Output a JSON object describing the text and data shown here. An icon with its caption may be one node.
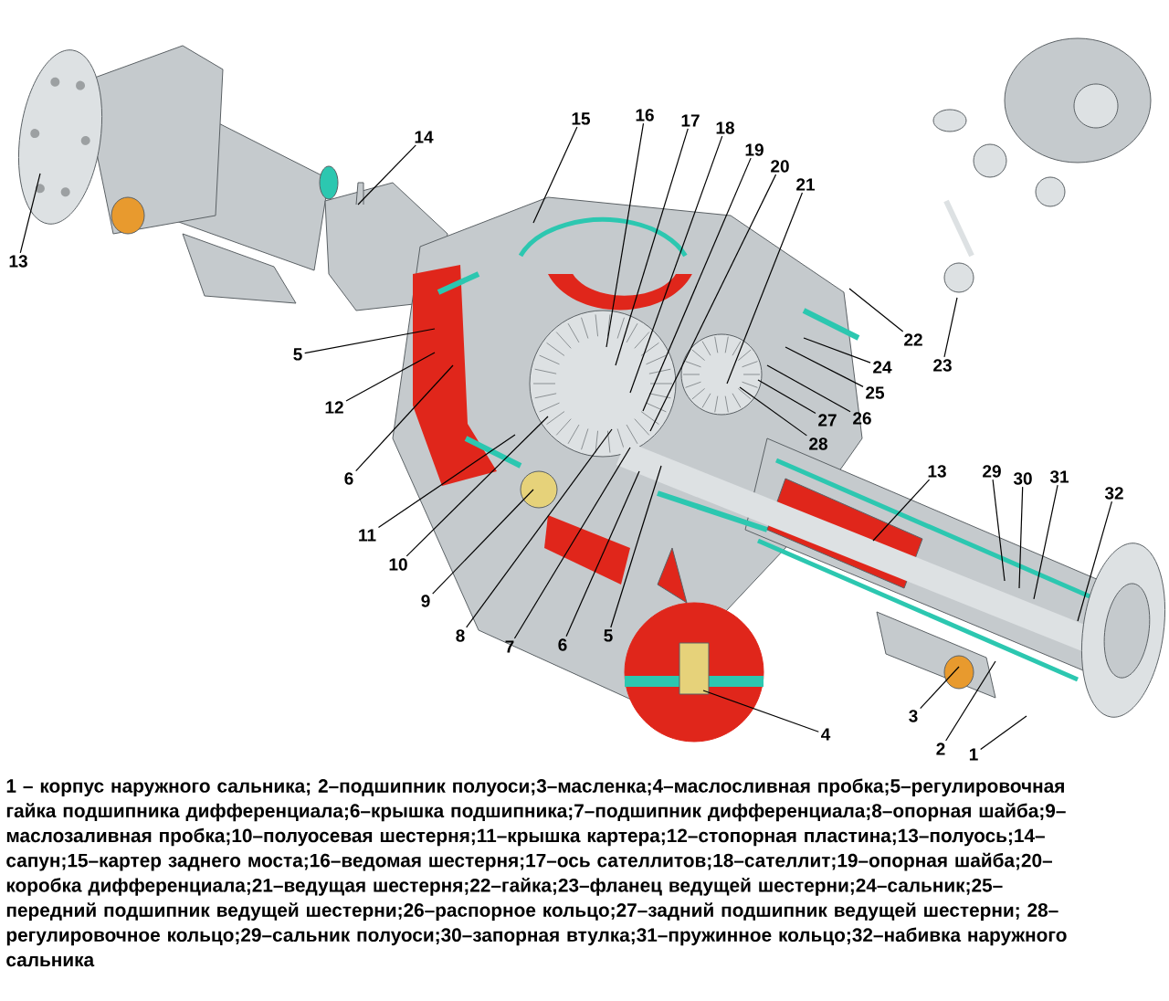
{
  "diagram": {
    "caption": "1 – корпус наружного сальника; 2–подшипник полуоси;3–масленка;4–маслосливная пробка;5–регулировочная гайка подшипника дифференциала;6–крышка подшипника;7–подшипник дифференциала;8–опорная шайба;9–маслозаливная пробка;10–полуосевая шестерня;11–крышка картера;12–стопорная пластина;13–полуось;14–сапун;15–картер заднего моста;16–ведомая шестерня;17–ось сателлитов;18–сателлит;19–опорная шайба;20–коробка дифференциала;21–ведущая шестерня;22–гайка;23–фланец ведущей шестерни;24–сальник;25–передний подшипник ведущей шестерни;26–распорное кольцо;27–задний подшипник ведущей шестерни; 28–регулировочное кольцо;29–сальник полуоси;30–запорная втулка;31–пружинное кольцо;32–набивка наружного сальника",
    "nodes": [
      {
        "text": [
          "13"
        ]
      },
      {
        "text": [
          "14"
        ]
      },
      {
        "text": [
          "15"
        ]
      },
      {
        "text": [
          "16"
        ]
      },
      {
        "text": [
          "17"
        ]
      },
      {
        "text": [
          "18"
        ]
      },
      {
        "text": [
          "19"
        ]
      },
      {
        "text": [
          "20"
        ]
      },
      {
        "text": [
          "21"
        ]
      },
      {
        "text": [
          "22"
        ]
      },
      {
        "text": [
          "23"
        ]
      },
      {
        "text": [
          "24"
        ]
      },
      {
        "text": [
          "5"
        ]
      },
      {
        "text": [
          "25"
        ]
      },
      {
        "text": [
          "12"
        ]
      },
      {
        "text": [
          "26"
        ]
      },
      {
        "text": [
          "27"
        ]
      },
      {
        "text": [
          "28"
        ]
      },
      {
        "text": [
          "6"
        ]
      },
      {
        "text": [
          "11"
        ]
      },
      {
        "text": [
          "10"
        ]
      },
      {
        "text": [
          "9"
        ]
      },
      {
        "text": [
          "8"
        ]
      },
      {
        "text": [
          "7"
        ]
      },
      {
        "text": [
          "6"
        ]
      },
      {
        "text": [
          "5"
        ]
      },
      {
        "text": [
          "13"
        ]
      },
      {
        "text": [
          "29"
        ]
      },
      {
        "text": [
          "30"
        ]
      },
      {
        "text": [
          "31"
        ]
      },
      {
        "text": [
          "32"
        ]
      },
      {
        "text": [
          "4"
        ]
      },
      {
        "text": [
          "3"
        ]
      },
      {
        "text": [
          "2"
        ]
      },
      {
        "text": [
          "1"
        ]
      }
    ],
    "edges": [
      {
        "from": 0,
        "to": null,
        "arrow": "none"
      },
      {
        "from": 1,
        "to": null,
        "arrow": "none"
      },
      {
        "from": 2,
        "to": null,
        "arrow": "none"
      },
      {
        "from": 3,
        "to": null,
        "arrow": "none"
      },
      {
        "from": 4,
        "to": null,
        "arrow": "none"
      },
      {
        "from": 5,
        "to": null,
        "arrow": "none"
      },
      {
        "from": 6,
        "to": null,
        "arrow": "none"
      },
      {
        "from": 7,
        "to": null,
        "arrow": "none"
      },
      {
        "from": 8,
        "to": null,
        "arrow": "none"
      },
      {
        "from": 9,
        "to": null,
        "arrow": "none"
      },
      {
        "from": 10,
        "to": null,
        "arrow": "none"
      },
      {
        "from": 11,
        "to": null,
        "arrow": "none"
      },
      {
        "from": 12,
        "to": null,
        "arrow": "none"
      },
      {
        "from": 13,
        "to": null,
        "arrow": "none"
      },
      {
        "from": 14,
        "to": null,
        "arrow": "none"
      },
      {
        "from": 15,
        "to": null,
        "arrow": "none"
      },
      {
        "from": 16,
        "to": null,
        "arrow": "none"
      },
      {
        "from": 17,
        "to": null,
        "arrow": "none"
      },
      {
        "from": 18,
        "to": null,
        "arrow": "none"
      },
      {
        "from": 19,
        "to": null,
        "arrow": "none"
      },
      {
        "from": 20,
        "to": null,
        "arrow": "none"
      },
      {
        "from": 21,
        "to": null,
        "arrow": "none"
      },
      {
        "from": 22,
        "to": null,
        "arrow": "none"
      },
      {
        "from": 23,
        "to": null,
        "arrow": "none"
      },
      {
        "from": 24,
        "to": null,
        "arrow": "none"
      },
      {
        "from": 25,
        "to": null,
        "arrow": "none"
      },
      {
        "from": 26,
        "to": null,
        "arrow": "none"
      },
      {
        "from": 27,
        "to": null,
        "arrow": "none"
      },
      {
        "from": 28,
        "to": null,
        "arrow": "none"
      },
      {
        "from": 29,
        "to": null,
        "arrow": "none"
      },
      {
        "from": 30,
        "to": null,
        "arrow": "none"
      },
      {
        "from": 31,
        "to": null,
        "arrow": "none"
      },
      {
        "from": 32,
        "to": null,
        "arrow": "none"
      },
      {
        "from": 33,
        "to": null,
        "arrow": "none"
      },
      {
        "from": 34,
        "to": null,
        "arrow": "none"
      }
    ]
  }
}
